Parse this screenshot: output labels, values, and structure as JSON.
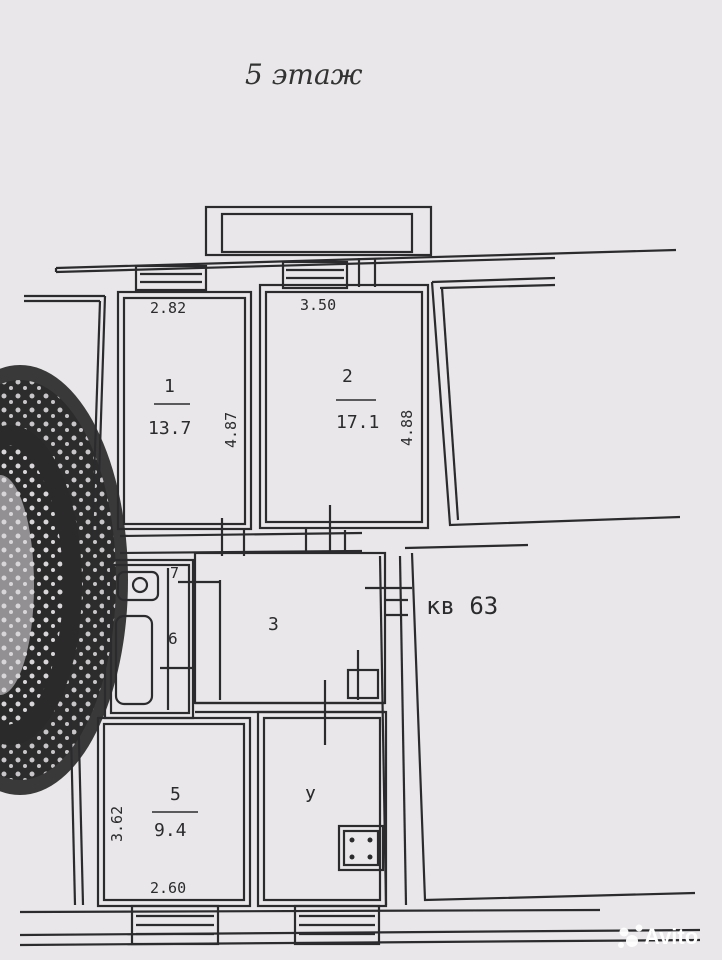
{
  "floor_title": "5 этаж",
  "apartment_label": "кв 63",
  "rooms": [
    {
      "number": "1",
      "area": "13.7",
      "length": "4.87",
      "width": "2.82"
    },
    {
      "number": "2",
      "area": "17.1",
      "length": "4.88",
      "width": "3.50"
    },
    {
      "number": "3"
    },
    {
      "number": "5",
      "area": "9.4",
      "length": "3.62",
      "width": "2.60"
    },
    {
      "number": "6"
    },
    {
      "number": "7"
    },
    {
      "label": "У"
    }
  ],
  "watermark": "Avito",
  "colors": {
    "paper": "#e9e7e9",
    "ink": "#2b2b2e",
    "stamp": "#1a1a1a"
  }
}
